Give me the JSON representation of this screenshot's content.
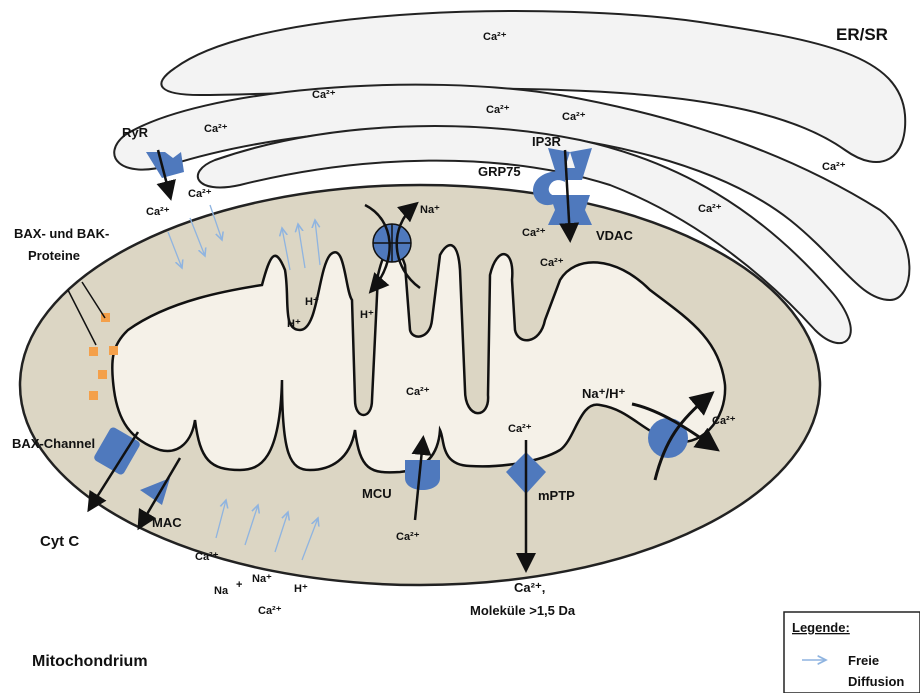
{
  "labels": {
    "er_sr": "ER/SR",
    "ryr": "RyR",
    "ip3r": "IP3R",
    "grp75": "GRP75",
    "vdac": "VDAC",
    "bax_bak_line1": "BAX- und BAK-",
    "bax_bak_line2": "Proteine",
    "bax_channel": "BAX-Channel",
    "cyt_c": "Cyt C",
    "mac": "MAC",
    "mcu": "MCU",
    "mptp": "mPTP",
    "mitochondrium": "Mitochondrium",
    "na_h_exchanger": "Na⁺/H⁺",
    "out_ca_line1": "Ca²⁺,",
    "out_ca_line2": "Moleküle >1,5 Da"
  },
  "ions": {
    "ca": "Ca²⁺",
    "na": "Na⁺",
    "h": "H⁺",
    "na_plain": "Na",
    "plus": "+"
  },
  "legend": {
    "title": "Legende:",
    "item_line1": "Freie",
    "item_line2": "Diffusion"
  },
  "colors": {
    "protein_blue": "#4f79bd",
    "matrix_tan": "#dcd6c4",
    "bax_orange": "#f4a04a",
    "diffusion_arrow": "#9fc0e6"
  }
}
